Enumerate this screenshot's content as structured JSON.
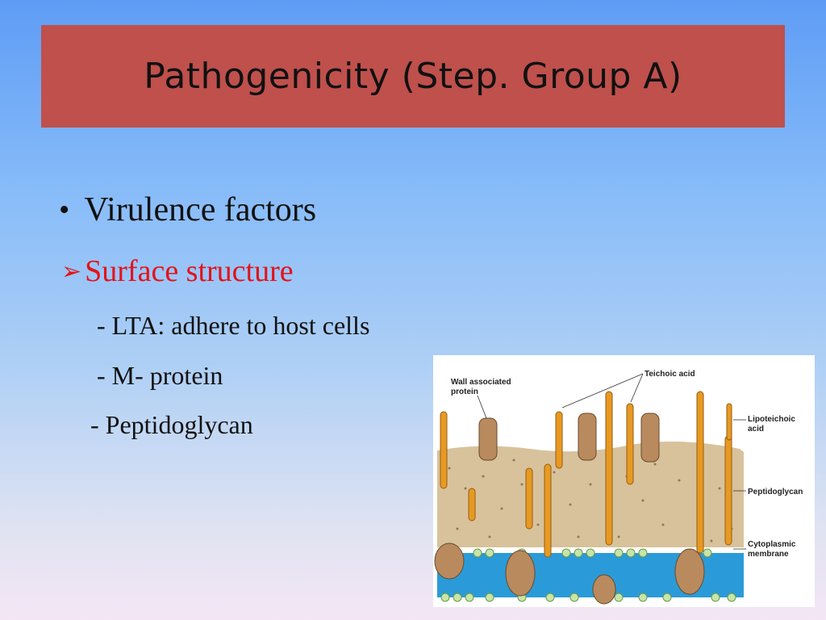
{
  "slide": {
    "title": "Pathogenicity (Step. Group A)",
    "bullet": "Virulence factors",
    "subheading": "Surface structure",
    "details": [
      "- LTA: adhere to host cells",
      "- M- protein",
      "- Peptidoglycan"
    ]
  },
  "figure": {
    "labels": {
      "wall_protein_1": "Wall associated",
      "wall_protein_2": "protein",
      "teichoic": "Teichoic acid",
      "lipoteichoic_1": "Lipoteichoic",
      "lipoteichoic_2": "acid",
      "peptidoglycan": "Peptidoglycan",
      "membrane_1": "Cytoplasmic",
      "membrane_2": "membrane"
    },
    "colors": {
      "title_bg": "#bf504c",
      "subheading": "#e4121a",
      "peptidoglycan": "#d8c29c",
      "acid_rod": "#e69a22",
      "protein": "#b98a5e",
      "membrane": "#2a9bd8"
    }
  }
}
